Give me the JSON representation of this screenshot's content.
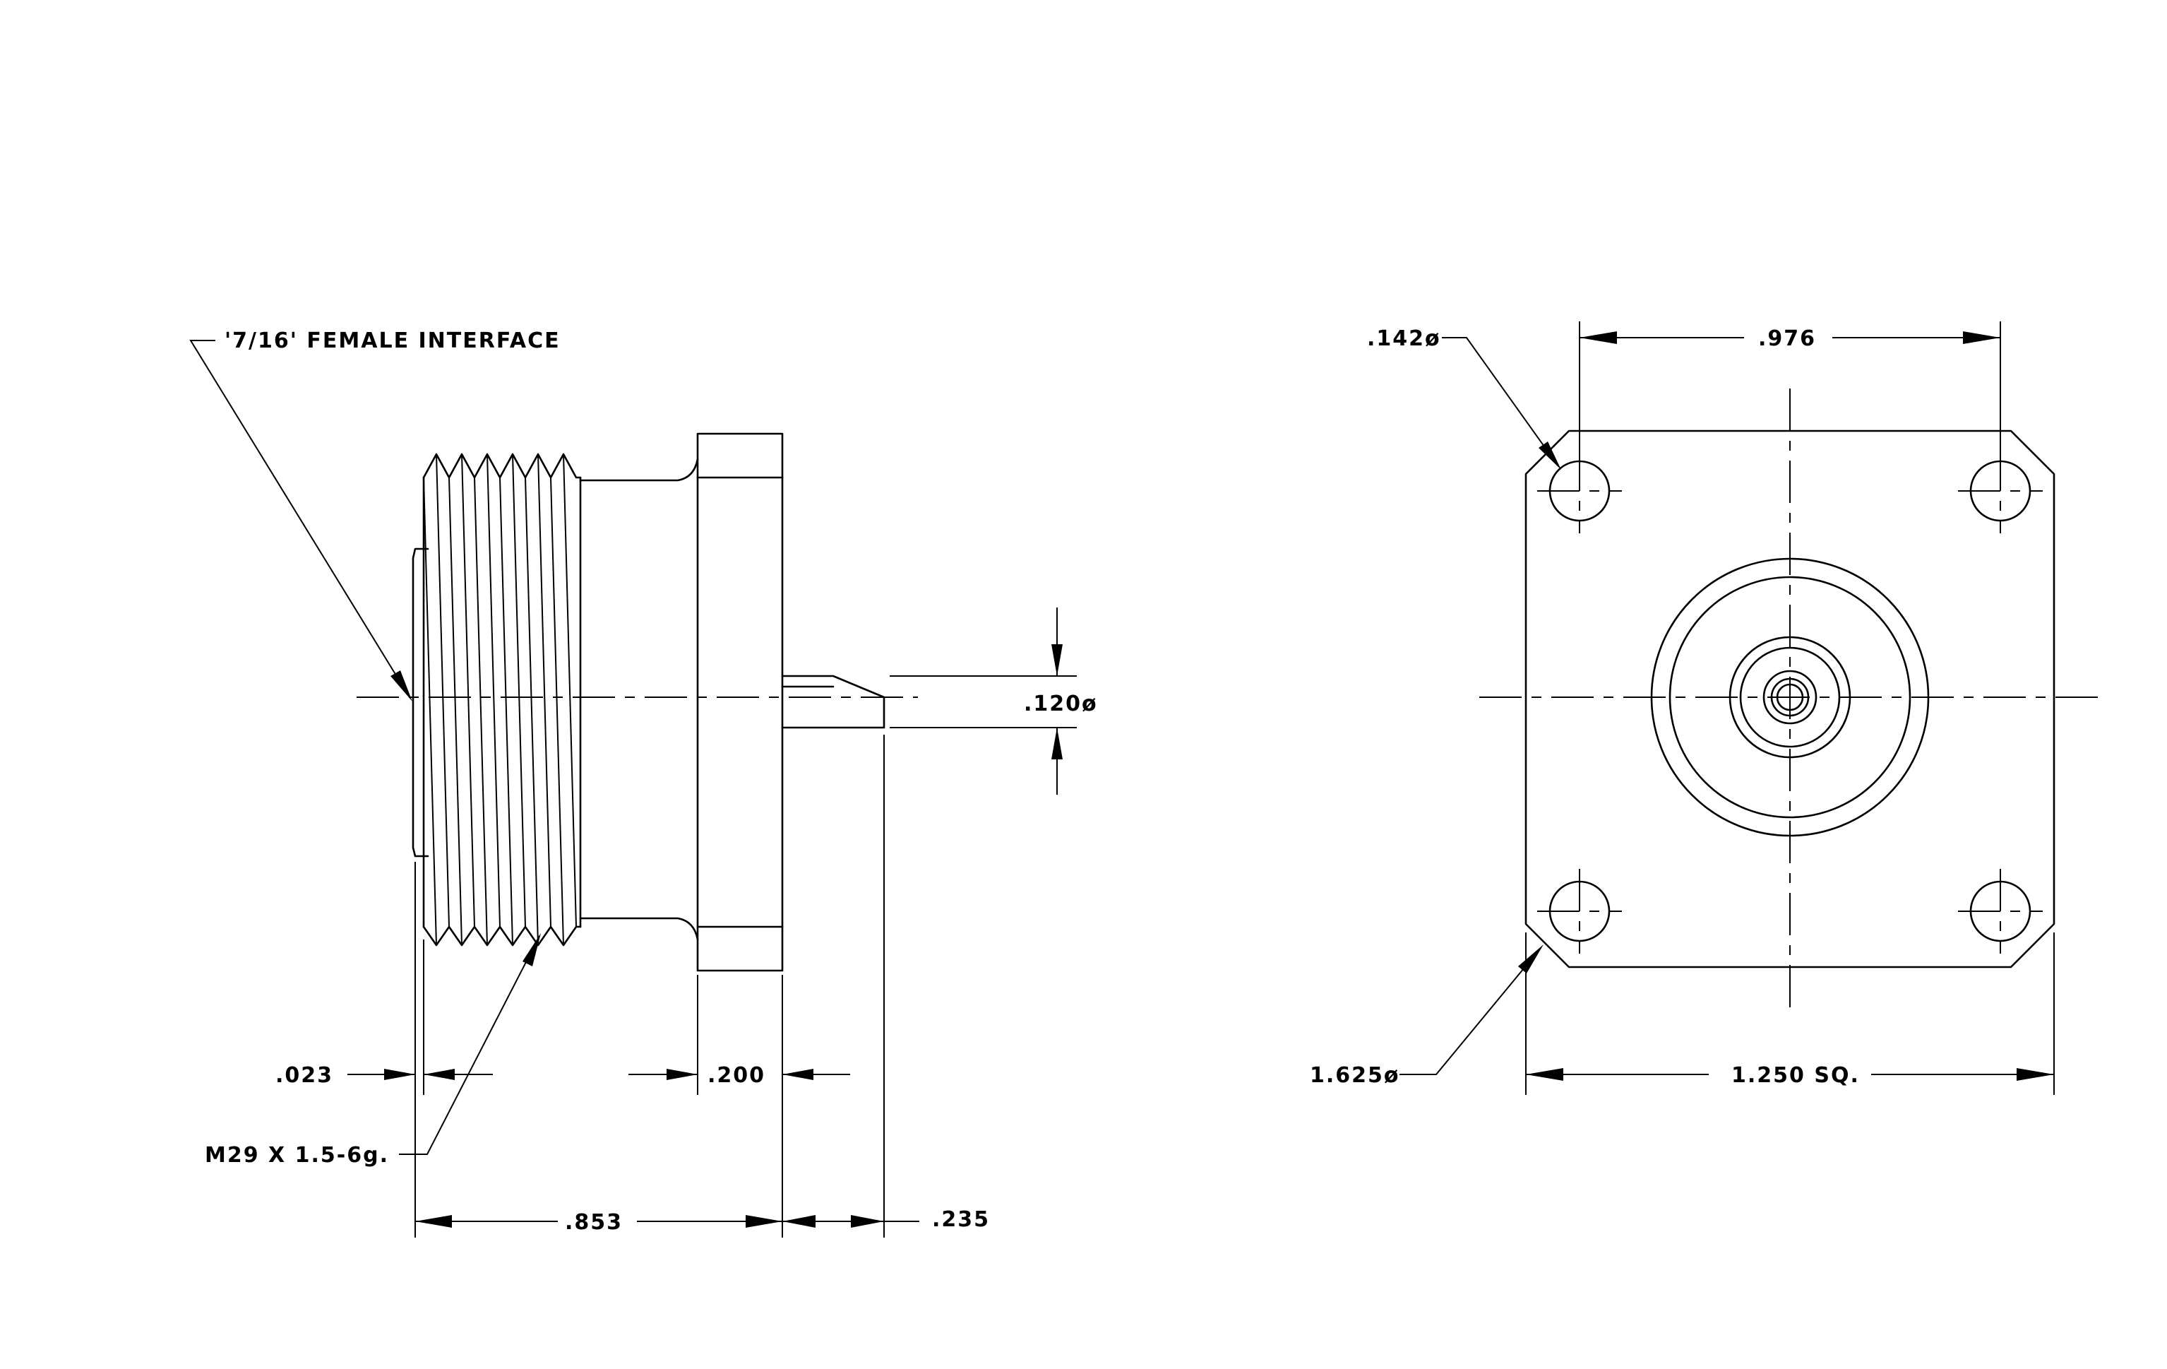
{
  "side_view": {
    "interface_label": "'7/16' FEMALE INTERFACE",
    "thread_label": "M29 X 1.5-6g.",
    "dim_023": ".023",
    "dim_200": ".200",
    "dim_853": ".853",
    "dim_235": ".235",
    "dim_120": ".120ø"
  },
  "front_view": {
    "hole_dia": ".142ø",
    "hole_spacing": ".976",
    "bolt_circle": "1.625ø",
    "square": "1.250 SQ."
  }
}
